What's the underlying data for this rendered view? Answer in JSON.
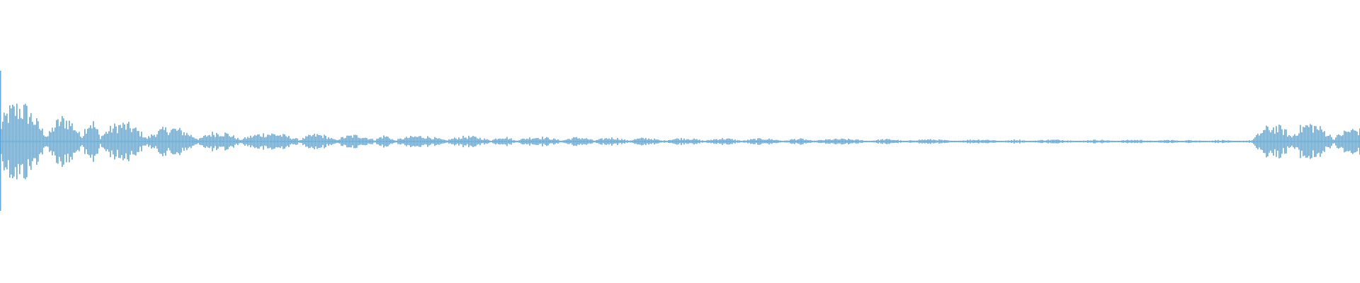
{
  "waveform": {
    "color": "#5dade2",
    "background": "#ffffff",
    "envelope": [
      {
        "t": 0.0,
        "amp": 0.48
      },
      {
        "t": 0.01,
        "amp": 0.34
      },
      {
        "t": 0.03,
        "amp": 0.22
      },
      {
        "t": 0.08,
        "amp": 0.16
      },
      {
        "t": 0.16,
        "amp": 0.08
      },
      {
        "t": 0.27,
        "amp": 0.05
      },
      {
        "t": 0.47,
        "amp": 0.03
      },
      {
        "t": 0.68,
        "amp": 0.018
      },
      {
        "t": 0.92,
        "amp": 0.012
      },
      {
        "t": 0.928,
        "amp": 0.1
      },
      {
        "t": 0.945,
        "amp": 0.2
      },
      {
        "t": 0.97,
        "amp": 0.13
      },
      {
        "t": 1.0,
        "amp": 0.1
      }
    ]
  }
}
